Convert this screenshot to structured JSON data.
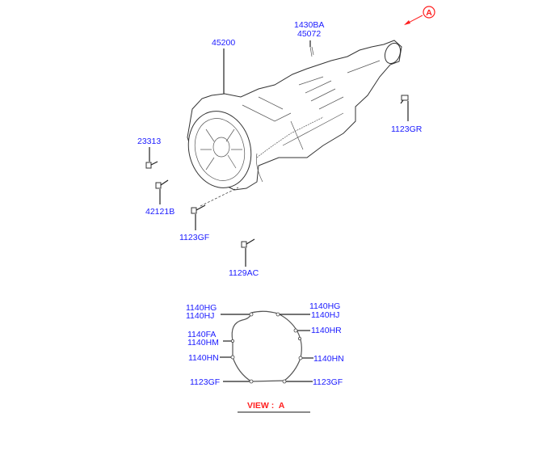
{
  "diagram": {
    "view_marker": "A",
    "labels": {
      "transmission": "45200",
      "pin_a": "1430BA",
      "pin_b": "45072",
      "bolt_right": "1123GR",
      "bolt_23313": "23313",
      "bolt_42121b": "42121B",
      "bolt_1123gf": "1123GF",
      "bolt_1129ac": "1129AC"
    },
    "view_a": {
      "title": "VIEW :  A",
      "top_left_1": "1140HG",
      "top_left_2": "1140HJ",
      "top_right_1": "1140HG",
      "top_right_2": "1140HJ",
      "left_mid_1": "1140FA",
      "left_mid_2": "1140HM",
      "right_upper": "1140HR",
      "left_lower": "1140HN",
      "right_lower": "1140HN",
      "bottom_left": "1123GF",
      "bottom_right": "1123GF"
    },
    "colors": {
      "label": "#1a1aff",
      "view": "#ff2020"
    }
  }
}
